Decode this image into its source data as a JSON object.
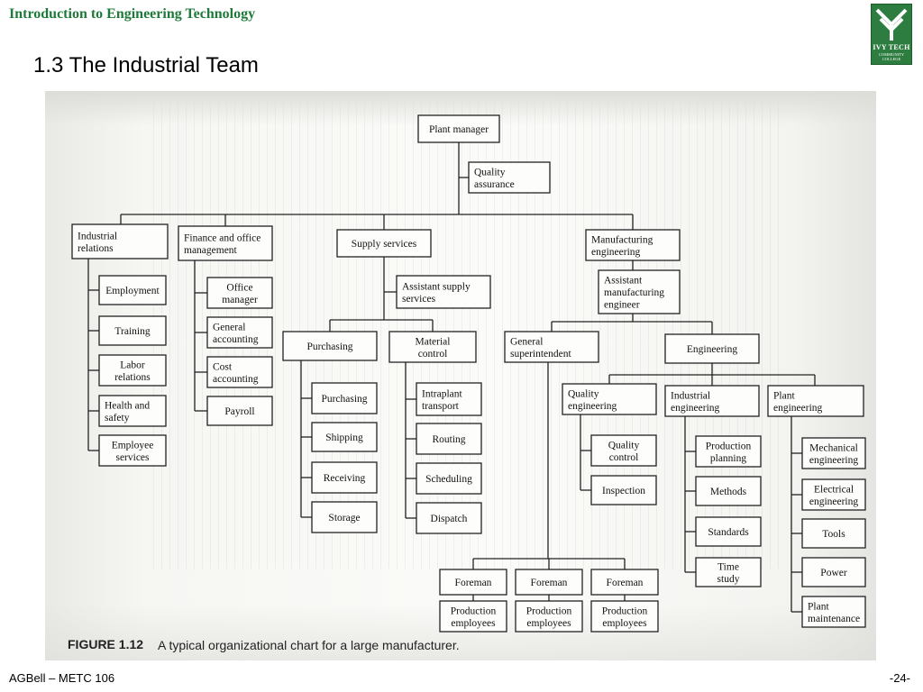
{
  "header": {
    "course_title": "Introduction to Engineering Technology",
    "slide_title": "1.3 The Industrial Team"
  },
  "logo": {
    "name": "IVY TECH",
    "subtitle_line1": "COMMUNITY",
    "subtitle_line2": "COLLEGE",
    "color": "#2e7d40"
  },
  "org_chart": {
    "nodes": [
      {
        "id": "plant_manager",
        "label": [
          "Plant manager"
        ]
      },
      {
        "id": "quality_assurance",
        "label": [
          "Quality",
          "assurance"
        ]
      },
      {
        "id": "industrial_relations",
        "label": [
          "Industrial",
          "relations"
        ]
      },
      {
        "id": "finance",
        "label": [
          "Finance and office",
          "management"
        ]
      },
      {
        "id": "supply",
        "label": [
          "Supply services"
        ]
      },
      {
        "id": "mfg_eng",
        "label": [
          "Manufacturing",
          "engineering"
        ]
      },
      {
        "id": "employment",
        "label": [
          "Employment"
        ]
      },
      {
        "id": "training",
        "label": [
          "Training"
        ]
      },
      {
        "id": "labor_relations",
        "label": [
          "Labor",
          "relations"
        ]
      },
      {
        "id": "health_safety",
        "label": [
          "Health and",
          "safety"
        ]
      },
      {
        "id": "employee_services",
        "label": [
          "Employee",
          "services"
        ]
      },
      {
        "id": "office_manager",
        "label": [
          "Office",
          "manager"
        ]
      },
      {
        "id": "general_accounting",
        "label": [
          "General",
          "accounting"
        ]
      },
      {
        "id": "cost_accounting",
        "label": [
          "Cost",
          "accounting"
        ]
      },
      {
        "id": "payroll",
        "label": [
          "Payroll"
        ]
      },
      {
        "id": "asst_supply",
        "label": [
          "Assistant supply",
          "services"
        ]
      },
      {
        "id": "purchasing",
        "label": [
          "Purchasing"
        ]
      },
      {
        "id": "material_control",
        "label": [
          "Material",
          "control"
        ]
      },
      {
        "id": "purchasing2",
        "label": [
          "Purchasing"
        ]
      },
      {
        "id": "shipping",
        "label": [
          "Shipping"
        ]
      },
      {
        "id": "receiving",
        "label": [
          "Receiving"
        ]
      },
      {
        "id": "storage",
        "label": [
          "Storage"
        ]
      },
      {
        "id": "intraplant",
        "label": [
          "Intraplant",
          "transport"
        ]
      },
      {
        "id": "routing",
        "label": [
          "Routing"
        ]
      },
      {
        "id": "scheduling",
        "label": [
          "Scheduling"
        ]
      },
      {
        "id": "dispatch",
        "label": [
          "Dispatch"
        ]
      },
      {
        "id": "asst_mfg",
        "label": [
          "Assistant",
          "manufacturing",
          "engineer"
        ]
      },
      {
        "id": "general_super",
        "label": [
          "General",
          "superintendent"
        ]
      },
      {
        "id": "engineering",
        "label": [
          "Engineering"
        ]
      },
      {
        "id": "quality_eng",
        "label": [
          "Quality",
          "engineering"
        ]
      },
      {
        "id": "industrial_eng",
        "label": [
          "Industrial",
          "engineering"
        ]
      },
      {
        "id": "plant_eng",
        "label": [
          "Plant",
          "engineering"
        ]
      },
      {
        "id": "quality_control",
        "label": [
          "Quality",
          "control"
        ]
      },
      {
        "id": "inspection",
        "label": [
          "Inspection"
        ]
      },
      {
        "id": "production_planning",
        "label": [
          "Production",
          "planning"
        ]
      },
      {
        "id": "methods",
        "label": [
          "Methods"
        ]
      },
      {
        "id": "standards",
        "label": [
          "Standards"
        ]
      },
      {
        "id": "time_study",
        "label": [
          "Time",
          "study"
        ]
      },
      {
        "id": "mechanical_eng",
        "label": [
          "Mechanical",
          "engineering"
        ]
      },
      {
        "id": "electrical_eng",
        "label": [
          "Electrical",
          "engineering"
        ]
      },
      {
        "id": "tools",
        "label": [
          "Tools"
        ]
      },
      {
        "id": "power",
        "label": [
          "Power"
        ]
      },
      {
        "id": "plant_maintenance",
        "label": [
          "Plant",
          "maintenance"
        ]
      },
      {
        "id": "foreman1",
        "label": [
          "Foreman"
        ]
      },
      {
        "id": "foreman2",
        "label": [
          "Foreman"
        ]
      },
      {
        "id": "foreman3",
        "label": [
          "Foreman"
        ]
      },
      {
        "id": "prod_emp1",
        "label": [
          "Production",
          "employees"
        ]
      },
      {
        "id": "prod_emp2",
        "label": [
          "Production",
          "employees"
        ]
      },
      {
        "id": "prod_emp3",
        "label": [
          "Production",
          "employees"
        ]
      }
    ],
    "caption_number": "FIGURE 1.12",
    "caption_text": "A typical organizational chart for a large manufacturer."
  },
  "footer": {
    "left": "AGBell – METC 106",
    "right": "-24-"
  }
}
